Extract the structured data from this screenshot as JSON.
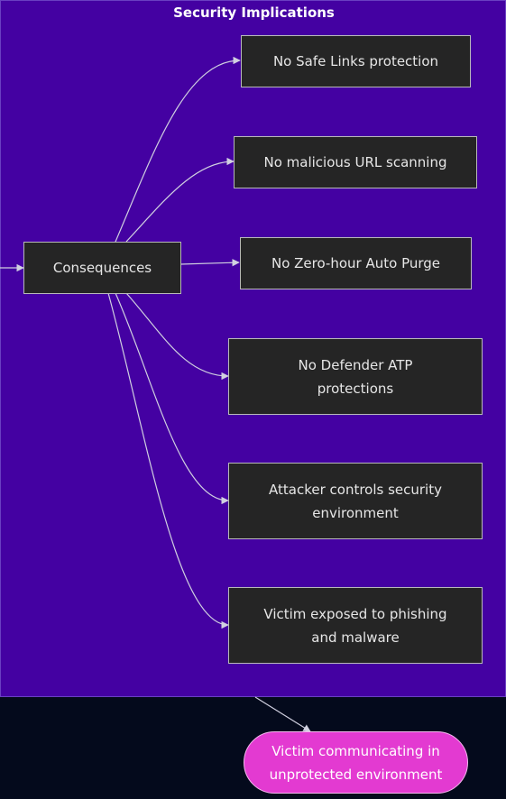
{
  "diagram": {
    "cluster_title": "Security Implications",
    "consequences": "Consequences",
    "outcomes": [
      "No Safe Links protection",
      "No malicious URL scanning",
      "No Zero-hour Auto Purge",
      "No Defender ATP protections",
      "Attacker controls security environment",
      "Victim exposed to phishing and malware"
    ],
    "final_state": "Victim communicating in unprotected environment"
  },
  "colors": {
    "cluster_fill": "#4401a2",
    "node_fill": "#252525",
    "terminal_fill": "#e33ad1",
    "edge": "#d0d0e0",
    "background": "#040a1c"
  }
}
